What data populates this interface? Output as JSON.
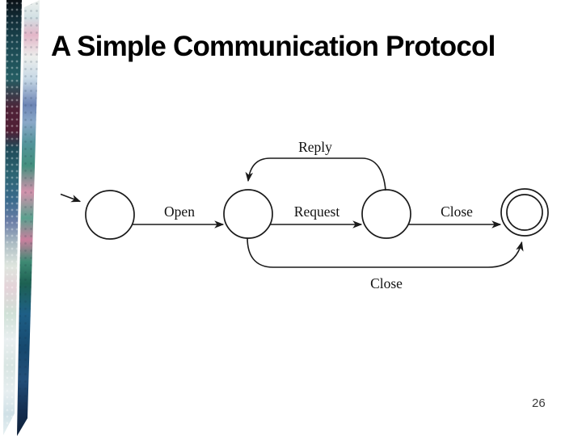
{
  "slide": {
    "title": "A Simple Communication Protocol",
    "page_number": "26"
  },
  "colors": {
    "background": "#ffffff",
    "title": "#000000",
    "page_number": "#3a3a3a",
    "diagram_stroke": "#1a1a1a",
    "diagram_label": "#111111"
  },
  "decoration": {
    "left_strip_palette": [
      "#0b1116",
      "#1b4751",
      "#4e2136",
      "#2c6573",
      "#dee5de",
      "#e4d2d8",
      "#e8f1f2"
    ],
    "right_strip_palette": [
      "#eef1ee",
      "#e3b6c8",
      "#6d85b5",
      "#44907e",
      "#1d6152",
      "#1e5f86",
      "#0e2038"
    ]
  },
  "diagram": {
    "type": "state-machine",
    "states": [
      {
        "id": "s1",
        "kind": "initial"
      },
      {
        "id": "s2",
        "kind": "normal"
      },
      {
        "id": "s3",
        "kind": "normal"
      },
      {
        "id": "s4",
        "kind": "final"
      }
    ],
    "transitions": [
      {
        "from": "s1",
        "to": "s2",
        "label": "Open"
      },
      {
        "from": "s2",
        "to": "s3",
        "label": "Request"
      },
      {
        "from": "s3",
        "to": "s2",
        "label": "Reply"
      },
      {
        "from": "s3",
        "to": "s4",
        "label": "Close"
      },
      {
        "from": "s2",
        "to": "s4",
        "label": "Close"
      }
    ]
  }
}
